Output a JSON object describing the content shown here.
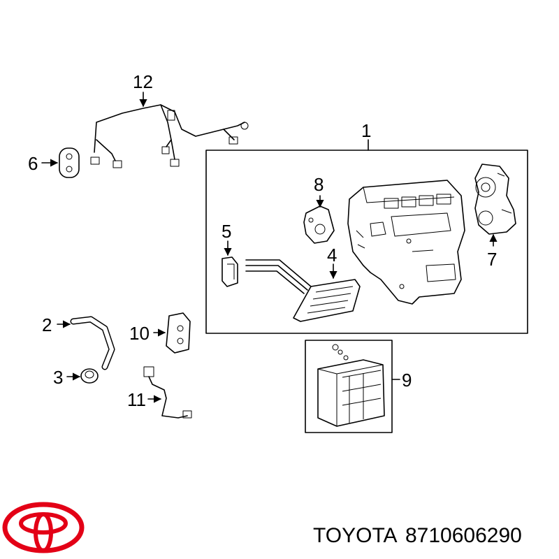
{
  "diagram": {
    "callouts": [
      "1",
      "2",
      "3",
      "4",
      "5",
      "6",
      "7",
      "8",
      "9",
      "10",
      "11",
      "12"
    ]
  },
  "footer": {
    "brand": "TOYOTA",
    "part_number": "8710606290",
    "logo_color": "#e30016"
  }
}
